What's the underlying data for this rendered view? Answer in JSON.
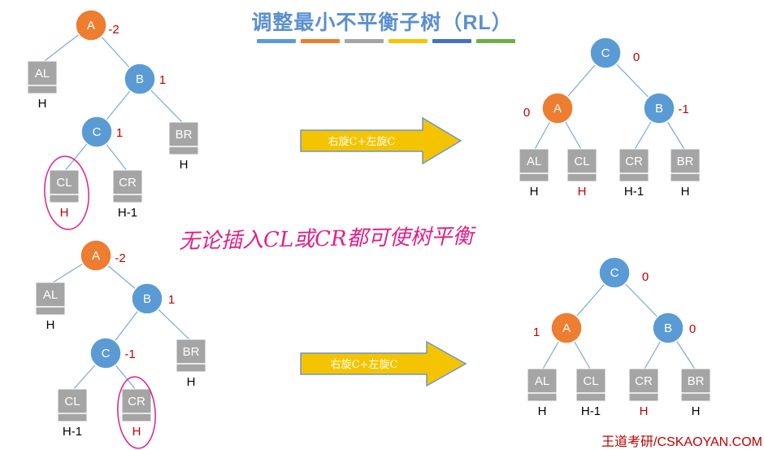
{
  "title": "调整最小不平衡子树（RL）",
  "colors": {
    "orange": "#ed7d31",
    "blue": "#5b9bd5",
    "box": "#a5a5a5",
    "line": "#7fa7d4",
    "bf_red": "#c00000",
    "h_red": "#c00000",
    "h_black": "#000000",
    "circle_pink": "#e0208a",
    "arrow_fill": "#f5c400",
    "arrow_stroke": "#6d97c9",
    "stripes": [
      "#5b9bd5",
      "#ed7d31",
      "#a5a5a5",
      "#f5c400",
      "#4472c4",
      "#70ad47"
    ]
  },
  "arrows": {
    "top": "右旋C+左旋C",
    "bottom": "右旋C+左旋C"
  },
  "handwritten_note": "无论插入CL或CR都可使树平衡",
  "watermark": "王道考研/CSKAOYAN.COM",
  "diagrams": {
    "top_before": {
      "nodes": [
        {
          "id": "A",
          "label": "A",
          "color": "orange",
          "bf": "-2"
        },
        {
          "id": "B",
          "label": "B",
          "color": "blue",
          "bf": "1"
        },
        {
          "id": "C",
          "label": "C",
          "color": "blue",
          "bf": "1"
        }
      ],
      "boxes": [
        {
          "id": "AL",
          "label": "AL",
          "h": "H",
          "h_color": "black"
        },
        {
          "id": "BR",
          "label": "BR",
          "h": "H",
          "h_color": "black"
        },
        {
          "id": "CL",
          "label": "CL",
          "h": "H",
          "h_color": "red",
          "circled": true
        },
        {
          "id": "CR",
          "label": "CR",
          "h": "H-1",
          "h_color": "black"
        }
      ]
    },
    "top_after": {
      "nodes": [
        {
          "id": "C",
          "label": "C",
          "color": "blue",
          "bf": "0"
        },
        {
          "id": "A",
          "label": "A",
          "color": "orange",
          "bf": "0"
        },
        {
          "id": "B",
          "label": "B",
          "color": "blue",
          "bf": "-1"
        }
      ],
      "boxes": [
        {
          "id": "AL",
          "label": "AL",
          "h": "H",
          "h_color": "black"
        },
        {
          "id": "CL",
          "label": "CL",
          "h": "H",
          "h_color": "red"
        },
        {
          "id": "CR",
          "label": "CR",
          "h": "H-1",
          "h_color": "black"
        },
        {
          "id": "BR",
          "label": "BR",
          "h": "H",
          "h_color": "black"
        }
      ]
    },
    "bottom_before": {
      "nodes": [
        {
          "id": "A",
          "label": "A",
          "color": "orange",
          "bf": "-2"
        },
        {
          "id": "B",
          "label": "B",
          "color": "blue",
          "bf": "1"
        },
        {
          "id": "C",
          "label": "C",
          "color": "blue",
          "bf": "-1"
        }
      ],
      "boxes": [
        {
          "id": "AL",
          "label": "AL",
          "h": "H",
          "h_color": "black"
        },
        {
          "id": "BR",
          "label": "BR",
          "h": "H",
          "h_color": "black"
        },
        {
          "id": "CL",
          "label": "CL",
          "h": "H-1",
          "h_color": "black"
        },
        {
          "id": "CR",
          "label": "CR",
          "h": "H",
          "h_color": "red",
          "circled": true
        }
      ]
    },
    "bottom_after": {
      "nodes": [
        {
          "id": "C",
          "label": "C",
          "color": "blue",
          "bf": "0"
        },
        {
          "id": "A",
          "label": "A",
          "color": "orange",
          "bf": "1"
        },
        {
          "id": "B",
          "label": "B",
          "color": "blue",
          "bf": "0"
        }
      ],
      "boxes": [
        {
          "id": "AL",
          "label": "AL",
          "h": "H",
          "h_color": "black"
        },
        {
          "id": "CL",
          "label": "CL",
          "h": "H-1",
          "h_color": "black"
        },
        {
          "id": "CR",
          "label": "CR",
          "h": "H",
          "h_color": "red"
        },
        {
          "id": "BR",
          "label": "BR",
          "h": "H",
          "h_color": "black"
        }
      ]
    }
  }
}
